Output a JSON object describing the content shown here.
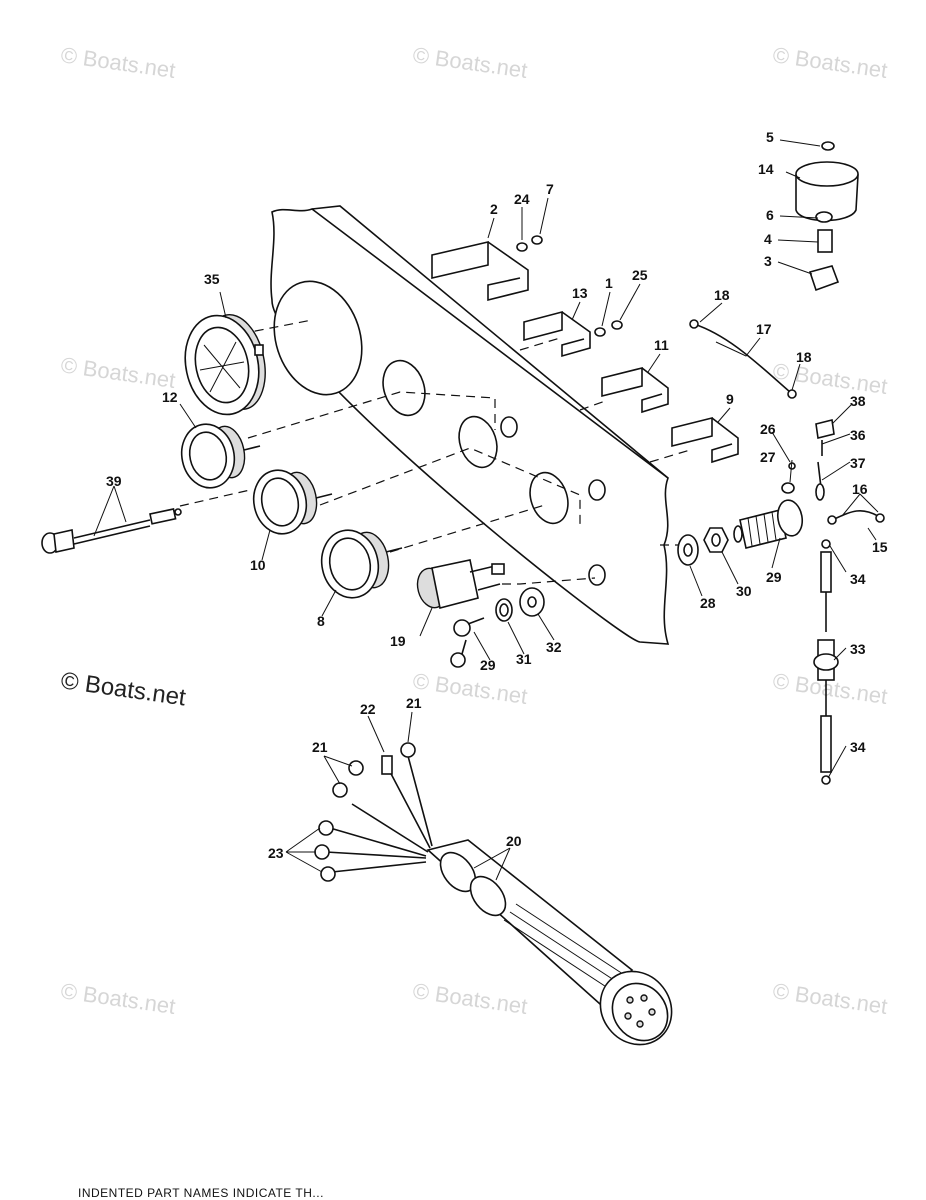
{
  "watermark": {
    "text": "© Boats.net",
    "featured_text": "© Boats.net"
  },
  "footer_text": "INDENTED PART NAMES INDICATE TH...",
  "callouts": [
    {
      "id": "c1",
      "label": "1"
    },
    {
      "id": "c2",
      "label": "2"
    },
    {
      "id": "c3",
      "label": "3"
    },
    {
      "id": "c4",
      "label": "4"
    },
    {
      "id": "c5",
      "label": "5"
    },
    {
      "id": "c6",
      "label": "6"
    },
    {
      "id": "c7",
      "label": "7"
    },
    {
      "id": "c8",
      "label": "8"
    },
    {
      "id": "c9",
      "label": "9"
    },
    {
      "id": "c10",
      "label": "10"
    },
    {
      "id": "c11",
      "label": "11"
    },
    {
      "id": "c12",
      "label": "12"
    },
    {
      "id": "c13",
      "label": "13"
    },
    {
      "id": "c14",
      "label": "14"
    },
    {
      "id": "c15",
      "label": "15"
    },
    {
      "id": "c16",
      "label": "16"
    },
    {
      "id": "c17",
      "label": "17"
    },
    {
      "id": "c18a",
      "label": "18"
    },
    {
      "id": "c18b",
      "label": "18"
    },
    {
      "id": "c19",
      "label": "19"
    },
    {
      "id": "c20",
      "label": "20"
    },
    {
      "id": "c21a",
      "label": "21"
    },
    {
      "id": "c21b",
      "label": "21"
    },
    {
      "id": "c22",
      "label": "22"
    },
    {
      "id": "c23",
      "label": "23"
    },
    {
      "id": "c24",
      "label": "24"
    },
    {
      "id": "c25",
      "label": "25"
    },
    {
      "id": "c26",
      "label": "26"
    },
    {
      "id": "c27",
      "label": "27"
    },
    {
      "id": "c28",
      "label": "28"
    },
    {
      "id": "c29a",
      "label": "29"
    },
    {
      "id": "c29b",
      "label": "29"
    },
    {
      "id": "c30",
      "label": "30"
    },
    {
      "id": "c31",
      "label": "31"
    },
    {
      "id": "c32",
      "label": "32"
    },
    {
      "id": "c33",
      "label": "33"
    },
    {
      "id": "c34a",
      "label": "34"
    },
    {
      "id": "c34b",
      "label": "34"
    },
    {
      "id": "c35",
      "label": "35"
    },
    {
      "id": "c36",
      "label": "36"
    },
    {
      "id": "c37",
      "label": "37"
    },
    {
      "id": "c38",
      "label": "38"
    },
    {
      "id": "c39",
      "label": "39"
    }
  ]
}
